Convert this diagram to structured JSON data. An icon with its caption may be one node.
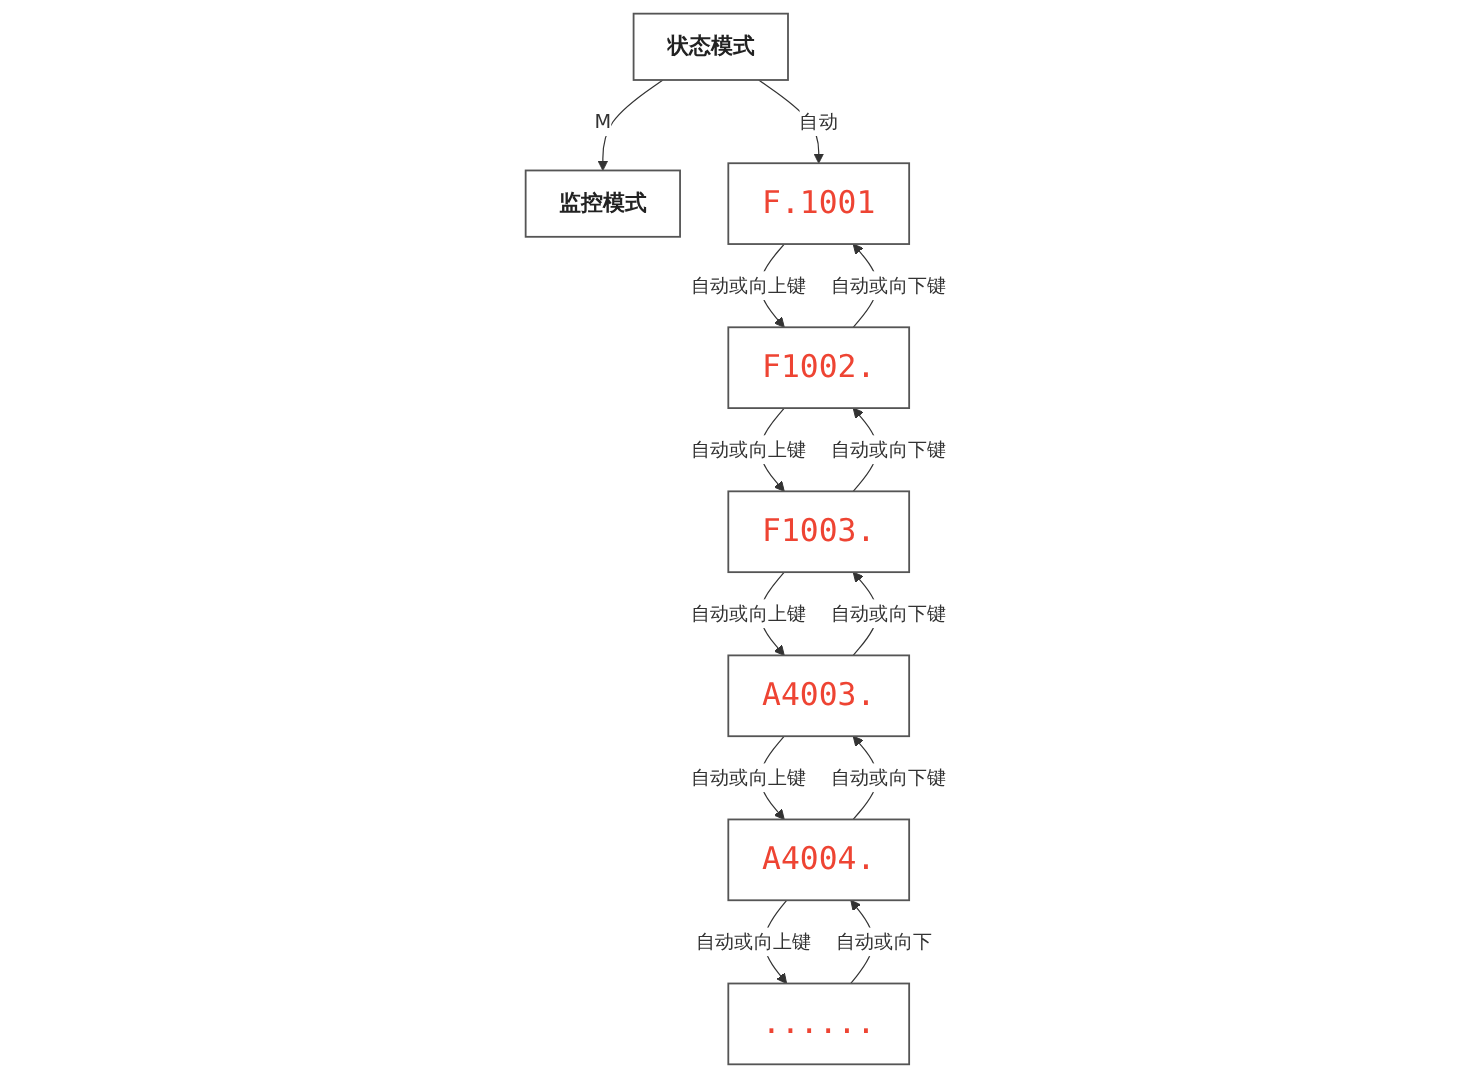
{
  "diagram": {
    "nodes": [
      {
        "text": [
          "状态模式"
        ]
      },
      {
        "text": [
          "监控模式"
        ]
      },
      {
        "text": [
          "F.1001"
        ]
      },
      {
        "text": [
          "F1002."
        ]
      },
      {
        "text": [
          "F1003."
        ]
      },
      {
        "text": [
          "A4003."
        ]
      },
      {
        "text": [
          "A4004."
        ]
      },
      {
        "text": [
          "......"
        ]
      }
    ],
    "edges": [
      {
        "from": 0,
        "to": 1,
        "arrow": "to",
        "label": "M"
      },
      {
        "from": 0,
        "to": 2,
        "arrow": "to",
        "label": "自动"
      },
      {
        "from": 3,
        "to": 2,
        "arrow": "to",
        "label": "自动或向下键"
      },
      {
        "from": 2,
        "to": 3,
        "arrow": "to",
        "label": "自动或向上键"
      },
      {
        "from": 4,
        "to": 3,
        "arrow": "to",
        "label": "自动或向下键"
      },
      {
        "from": 3,
        "to": 4,
        "arrow": "to",
        "label": "自动或向上键"
      },
      {
        "from": 5,
        "to": 4,
        "arrow": "to",
        "label": "自动或向下键"
      },
      {
        "from": 4,
        "to": 5,
        "arrow": "to",
        "label": "自动或向上键"
      },
      {
        "from": 6,
        "to": 5,
        "arrow": "to",
        "label": "自动或向下键"
      },
      {
        "from": 5,
        "to": 6,
        "arrow": "to",
        "label": "自动或向上键"
      },
      {
        "from": 7,
        "to": 6,
        "arrow": "to",
        "label": "自动或向下"
      },
      {
        "from": 6,
        "to": 7,
        "arrow": "to",
        "label": "自动或向上键"
      }
    ]
  }
}
